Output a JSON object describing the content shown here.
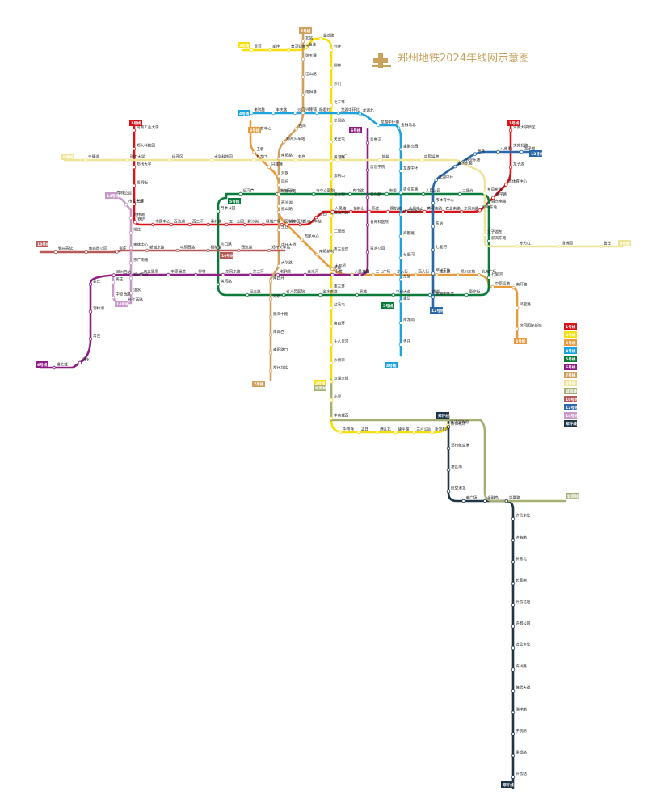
{
  "title": "郑州地铁2024年线网示意图",
  "colors": {
    "l1": "#d7141a",
    "l2": "#f6df0a",
    "l3": "#e99a3d",
    "l4": "#1ba3df",
    "l5": "#0b7b3c",
    "l6": "#8e1e84",
    "l7": "#d0a060",
    "l8": "#efe598",
    "airport": "#a6ae73",
    "l10": "#b65a59",
    "l12": "#2a68a8",
    "l14": "#c79ac8",
    "zx": "#1e3545"
  },
  "legend": [
    {
      "key": "l1",
      "label": "1号线"
    },
    {
      "key": "l2",
      "label": "2号线"
    },
    {
      "key": "l3",
      "label": "3号线"
    },
    {
      "key": "l4",
      "label": "4号线"
    },
    {
      "key": "l5",
      "label": "5号线"
    },
    {
      "key": "l6",
      "label": "6号线"
    },
    {
      "key": "l7",
      "label": "7号线"
    },
    {
      "key": "l8",
      "label": "8号线"
    },
    {
      "key": "airport",
      "label": "城郊线"
    },
    {
      "key": "l10",
      "label": "10号线"
    },
    {
      "key": "l12",
      "label": "12号线"
    },
    {
      "key": "l14",
      "label": "14号线"
    },
    {
      "key": "zx",
      "label": "郑许线"
    }
  ],
  "badges": [
    {
      "key": "l1",
      "label": "1号线"
    },
    {
      "key": "l1",
      "label": "1号线"
    },
    {
      "key": "l2",
      "label": "2号线"
    },
    {
      "key": "l2",
      "label": "2号线"
    },
    {
      "key": "l3",
      "label": "3号线"
    },
    {
      "key": "l3",
      "label": "3号线"
    },
    {
      "key": "l4",
      "label": "4号线"
    },
    {
      "key": "l4",
      "label": "4号线"
    },
    {
      "key": "l5",
      "label": "5号线"
    },
    {
      "key": "l5",
      "label": "5号线"
    },
    {
      "key": "l6",
      "label": "6号线"
    },
    {
      "key": "l6",
      "label": "6号线"
    },
    {
      "key": "l7",
      "label": "7号线"
    },
    {
      "key": "l7",
      "label": "7号线"
    },
    {
      "key": "l8",
      "label": "8号线"
    },
    {
      "key": "l8",
      "label": "8号线"
    },
    {
      "key": "airport",
      "label": "城郊线"
    },
    {
      "key": "airport",
      "label": "城郊线"
    },
    {
      "key": "l10",
      "label": "10号线"
    },
    {
      "key": "l10",
      "label": "10号线"
    },
    {
      "key": "l12",
      "label": "12号线"
    },
    {
      "key": "l12",
      "label": "12号线"
    },
    {
      "key": "l14",
      "label": "14号线"
    },
    {
      "key": "l14",
      "label": "14号线"
    },
    {
      "key": "zx",
      "label": "郑许线"
    },
    {
      "key": "zx",
      "label": "郑许线"
    }
  ],
  "stations": {
    "l1": [
      "河南工业大学",
      "郑大科技园",
      "郑州大学",
      "梧桐街",
      "兰寨",
      "铁炉",
      "市民中心",
      "西流湖",
      "西三环",
      "秦岭路",
      "五一公园",
      "碧沙岗",
      "绿城广场",
      "医学院",
      "郑州火车站",
      "二七广场",
      "人民路",
      "紫荆山",
      "燕庄",
      "民航路",
      "会展中心",
      "黄河南路",
      "农业南路",
      "东风南路",
      "郑州东站",
      "博学路",
      "市体育中心",
      "龙子湖",
      "文苑北路",
      "河南大学新区"
    ],
    "l2": [
      "贾河",
      "毛庄",
      "黄河迎宾馆",
      "金洼",
      "金达路",
      "刘庄",
      "柳林",
      "沙门",
      "北三环",
      "东风路",
      "关虎屯",
      "黄河路",
      "紫荆山",
      "东大街",
      "陇海东路",
      "二里岗",
      "南五里堡",
      "花寨",
      "南三环",
      "站马屯",
      "南四环",
      "十八里河",
      "沙窝李",
      "双湖大道",
      "小乔",
      "华南城西",
      "华南城",
      "孟庄",
      "港区北",
      "康平湖",
      "兰河公园",
      "新郑机场",
      "惠济区政府"
    ],
    "l3": [
      "省体育中心",
      "王砦",
      "兴隆铺",
      "同乐",
      "西流湖",
      "省中医院",
      "市民中心",
      "南阳新村",
      "大石桥",
      "人民公园",
      "二七广场",
      "东大街",
      "西大街",
      "城东路",
      "郑州东站",
      "航海广场",
      "中原福塔",
      "南环路",
      "鸿宝路",
      "滨河国际新城"
    ],
    "l4": [
      "老鸦陈",
      "丰庆路",
      "沙门",
      "杨君刘",
      "龙湖中环北",
      "龙湖北",
      "龙湖中环南",
      "金融岛北",
      "金融岛西",
      "龙湖中环",
      "农业东路",
      "中央商务区",
      "商都路",
      "七里河",
      "东站",
      "金岱",
      "南龙岗",
      "寺庄"
    ],
    "l5": [
      "月季公园",
      "沙口路",
      "黄河路",
      "经三路",
      "省人民医院",
      "金水东路",
      "祭城",
      "中州大道",
      "姚砦",
      "康宁街",
      "七里河",
      "航海东路",
      "城东南路",
      "二里岗",
      "人民公园",
      "市委",
      "冉屯路",
      "市中心医院",
      "陇海西路",
      "后河芦"
    ],
    "l6": [
      "贾鲁河",
      "信息学院",
      "长兴路",
      "省骨科医院",
      "惠济公园",
      "龙湖",
      "小营",
      "金水河",
      "老鸦陈",
      "东三环",
      "东风东路",
      "柳林",
      "中原福塔",
      "南五里堡",
      "郑州西站",
      "姜庄",
      "洞林湖",
      "常庄",
      "须水",
      "锦艺城"
    ],
    "l7": [
      "北站",
      "张五寨",
      "江山路",
      "南阳寨",
      "兴隆铺",
      "西岗",
      "郑州火车站",
      "南阳路",
      "河医",
      "中原中路",
      "嵩山路",
      "王庄",
      "中州大道",
      "大学路",
      "南四环",
      "双桥",
      "陇海中路",
      "南岗西",
      "南阳路口",
      "郑州北站"
    ],
    "l8": [
      "天健湖",
      "理工大学",
      "经开区",
      "大学科技园",
      "五龙口",
      "刘庄",
      "沙门",
      "姚砦",
      "中原福塔",
      "农业东路",
      "东风东路",
      "龙子湖东",
      "东方红",
      "绿博园",
      "鲁庄"
    ],
    "l10": [
      "郑州西站",
      "李商隐公园",
      "张庄",
      "新城东路",
      "中原西路",
      "桐柏路",
      "西流湖",
      "郑州火车站"
    ],
    "l12": [
      "龙子湖",
      "八郎寨",
      "祭城",
      "金水东路",
      "龙湖中环",
      "市体育中心",
      "东站",
      "七里河",
      "郑州东站",
      "龙湖中环北"
    ],
    "l14": [
      "森林公园",
      "市民大道",
      "洞林湖",
      "常庄",
      "奥体中心",
      "京广南路",
      "郑州西站",
      "须水",
      "长江西路",
      "中原西路",
      "姜庄"
    ],
    "zx": [
      "新郑机场",
      "郑州航空港",
      "港区南",
      "航空港北",
      "南广场",
      "金融岛",
      "华夏路",
      "许昌东站",
      "许由路",
      "长葛北",
      "长葛南",
      "许昌北站",
      "许都公园",
      "许昌东站",
      "许州路",
      "魏武大道",
      "瑞祥路",
      "学院路",
      "建设路",
      "许昌站"
    ]
  }
}
